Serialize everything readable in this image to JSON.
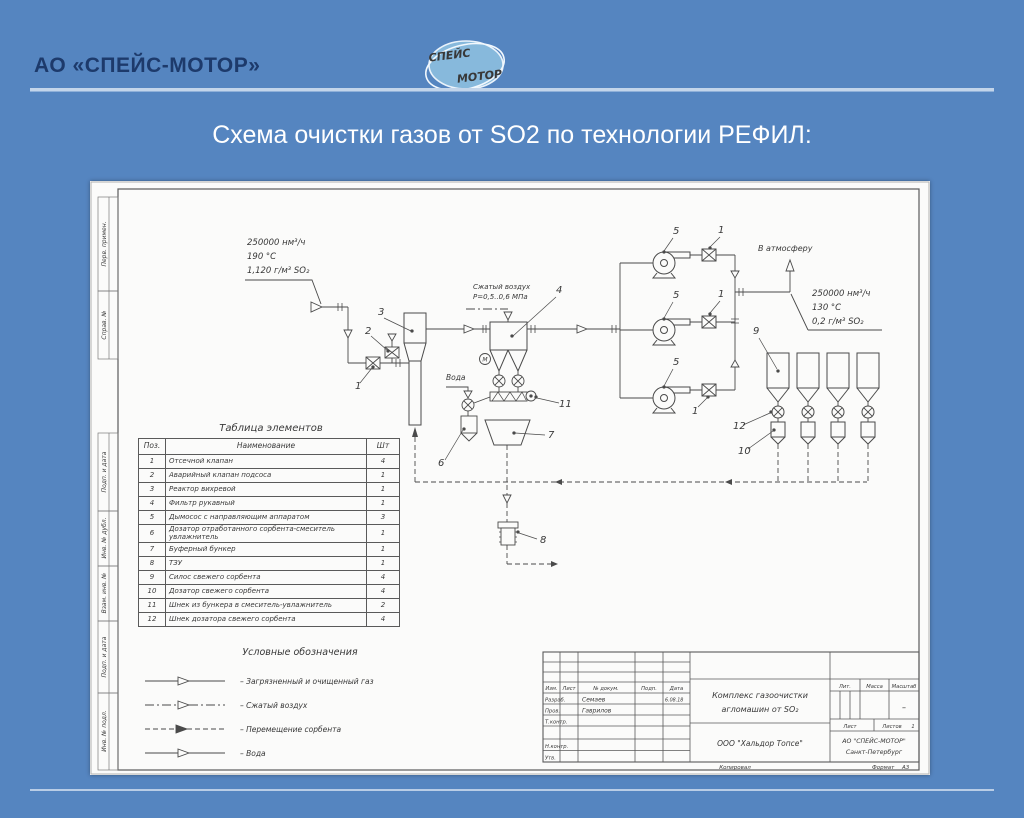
{
  "slide": {
    "company": "АО «СПЕЙС-МОТОР»",
    "title": "Схема очистки газов от SO2 по технологии РЕФИЛ:",
    "logo": {
      "top": "СПЕЙС",
      "bottom": "МОТОР"
    },
    "colors": {
      "background": "#5585c0",
      "header_text": "#1d3a6b",
      "divider": "#c3d5ea",
      "title_text": "#ffffff",
      "drawing_line": "#4a4a4a"
    }
  },
  "frame_labels": [
    "Перв. примен.",
    "Справ. №",
    "Подп. и дата",
    "Инв. № дубл.",
    "Взам. инв. №",
    "Подп. и дата",
    "Инв. № подл."
  ],
  "diagram": {
    "inlet": [
      "250000 нм³/ч",
      "190 °C",
      "1,120 г/м³ SO₂"
    ],
    "outlet": [
      "250000 нм³/ч",
      "130 °C",
      "0,2 г/м³ SO₂"
    ],
    "air": [
      "Сжатый воздух",
      "P=0,5..0,6 МПа"
    ],
    "water": "Вода",
    "atmosphere": "В атмосферу",
    "motor": "M",
    "callouts": [
      "1",
      "2",
      "3",
      "4",
      "5",
      "6",
      "7",
      "8",
      "9",
      "10",
      "11",
      "12"
    ]
  },
  "elements_table": {
    "title": "Таблица элементов",
    "headers": [
      "Поз.",
      "Наименование",
      "Шт"
    ],
    "rows": [
      [
        "1",
        "Отсечной клапан",
        "4"
      ],
      [
        "2",
        "Аварийный клапан подсоса",
        "1"
      ],
      [
        "3",
        "Реактор вихревой",
        "1"
      ],
      [
        "4",
        "Фильтр рукавный",
        "1"
      ],
      [
        "5",
        "Дымосос с направляющим аппаратом",
        "3"
      ],
      [
        "6",
        "Дозатор отработанного сорбента-смеситель увлажнитель",
        "1"
      ],
      [
        "7",
        "Буферный бункер",
        "1"
      ],
      [
        "8",
        "ТЗУ",
        "1"
      ],
      [
        "9",
        "Силос свежего сорбента",
        "4"
      ],
      [
        "10",
        "Дозатор свежего сорбента",
        "4"
      ],
      [
        "11",
        "Шнек из бункера в смеситель-увлажнитель",
        "2"
      ],
      [
        "12",
        "Шнек дозатора свежего сорбента",
        "4"
      ]
    ]
  },
  "legend": {
    "title": "Условные обозначения",
    "items": [
      {
        "style": "solid",
        "label": "– Загрязненный и очищенный газ"
      },
      {
        "style": "dashdot",
        "label": "– Сжатый воздух"
      },
      {
        "style": "dashed",
        "label": "– Перемещение сорбента"
      },
      {
        "style": "solid",
        "label": "– Вода"
      }
    ]
  },
  "title_block": {
    "header_cols": [
      "Изм.",
      "Лист",
      "№ докум.",
      "Подп.",
      "Дата"
    ],
    "developed_label": "Разраб.",
    "developed_by": "Семаев",
    "date": "6.08.18",
    "checked_label": "Пров.",
    "checked_by": "Гаврилов",
    "tcontrol_label": "Т.контр.",
    "ncontrol_label": "Н.контр.",
    "approved_label": "Утв.",
    "title_line1": "Комплекс газоочистки",
    "title_line2": "агломашин от SO₂",
    "contractor": "ООО \"Хальдор Топсе\"",
    "lit_label": "Лит.",
    "mass_label": "Масса",
    "scale_label": "Масштаб",
    "scale_value": "–",
    "sheet_label": "Лист",
    "sheets_label": "Листов",
    "sheets_value": "1",
    "org_line1": "АО \"СПЕЙС-МОТОР\"",
    "org_line2": "Санкт-Петербург",
    "copied_label": "Копировал",
    "format_label": "Формат",
    "format_value": "А3"
  }
}
